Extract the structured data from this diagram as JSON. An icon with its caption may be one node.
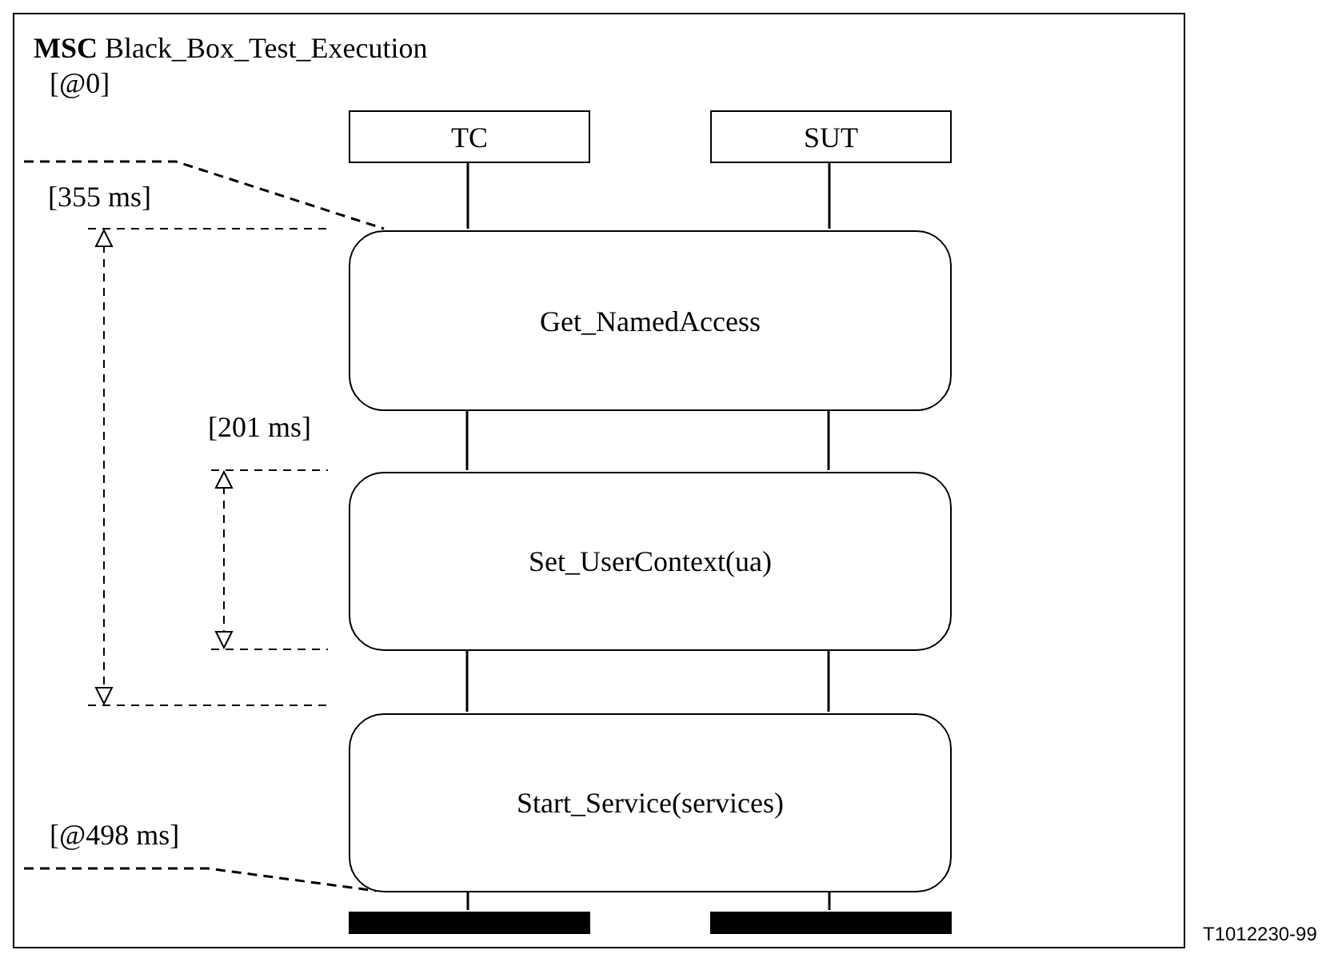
{
  "diagram": {
    "nodes": [
      {
        "text": [
          "**MSC** Black_Box_Test_Execution"
        ]
      },
      {
        "text": [
          "[@0]"
        ],
        "in": 0
      },
      {
        "text": [
          "TC"
        ],
        "in": 0
      },
      {
        "text": [
          "SUT"
        ],
        "in": 0
      },
      {
        "text": [
          "Get_NamedAccess"
        ],
        "in": 0
      },
      {
        "text": [
          "Set_UserContext(ua)"
        ],
        "in": 0
      },
      {
        "text": [
          "Start_Service(services)"
        ],
        "in": 0
      },
      {
        "text": [
          "[@498 ms]"
        ],
        "in": 0
      },
      {
        "text": [],
        "shape": "bar",
        "in": 0
      },
      {
        "text": [],
        "shape": "bar",
        "in": 0
      }
    ],
    "edges": [
      {
        "from": 1,
        "to": 4,
        "arrow": "none",
        "style": "dashed"
      },
      {
        "from": 2,
        "to": 4,
        "arrow": "none"
      },
      {
        "from": 3,
        "to": 4,
        "arrow": "none"
      },
      {
        "from": 4,
        "to": 5,
        "arrow": "none"
      },
      {
        "from": 4,
        "to": 5,
        "arrow": "none"
      },
      {
        "from": 5,
        "to": 6,
        "arrow": "none"
      },
      {
        "from": 5,
        "to": 6,
        "arrow": "none"
      },
      {
        "from": 6,
        "to": 8,
        "arrow": "none"
      },
      {
        "from": 6,
        "to": 9,
        "arrow": "none"
      },
      {
        "from": 7,
        "to": 6,
        "arrow": "none",
        "style": "dashed"
      }
    ],
    "labels": [
      "[355 ms]",
      "[201 ms]",
      "T1012230-99"
    ]
  }
}
